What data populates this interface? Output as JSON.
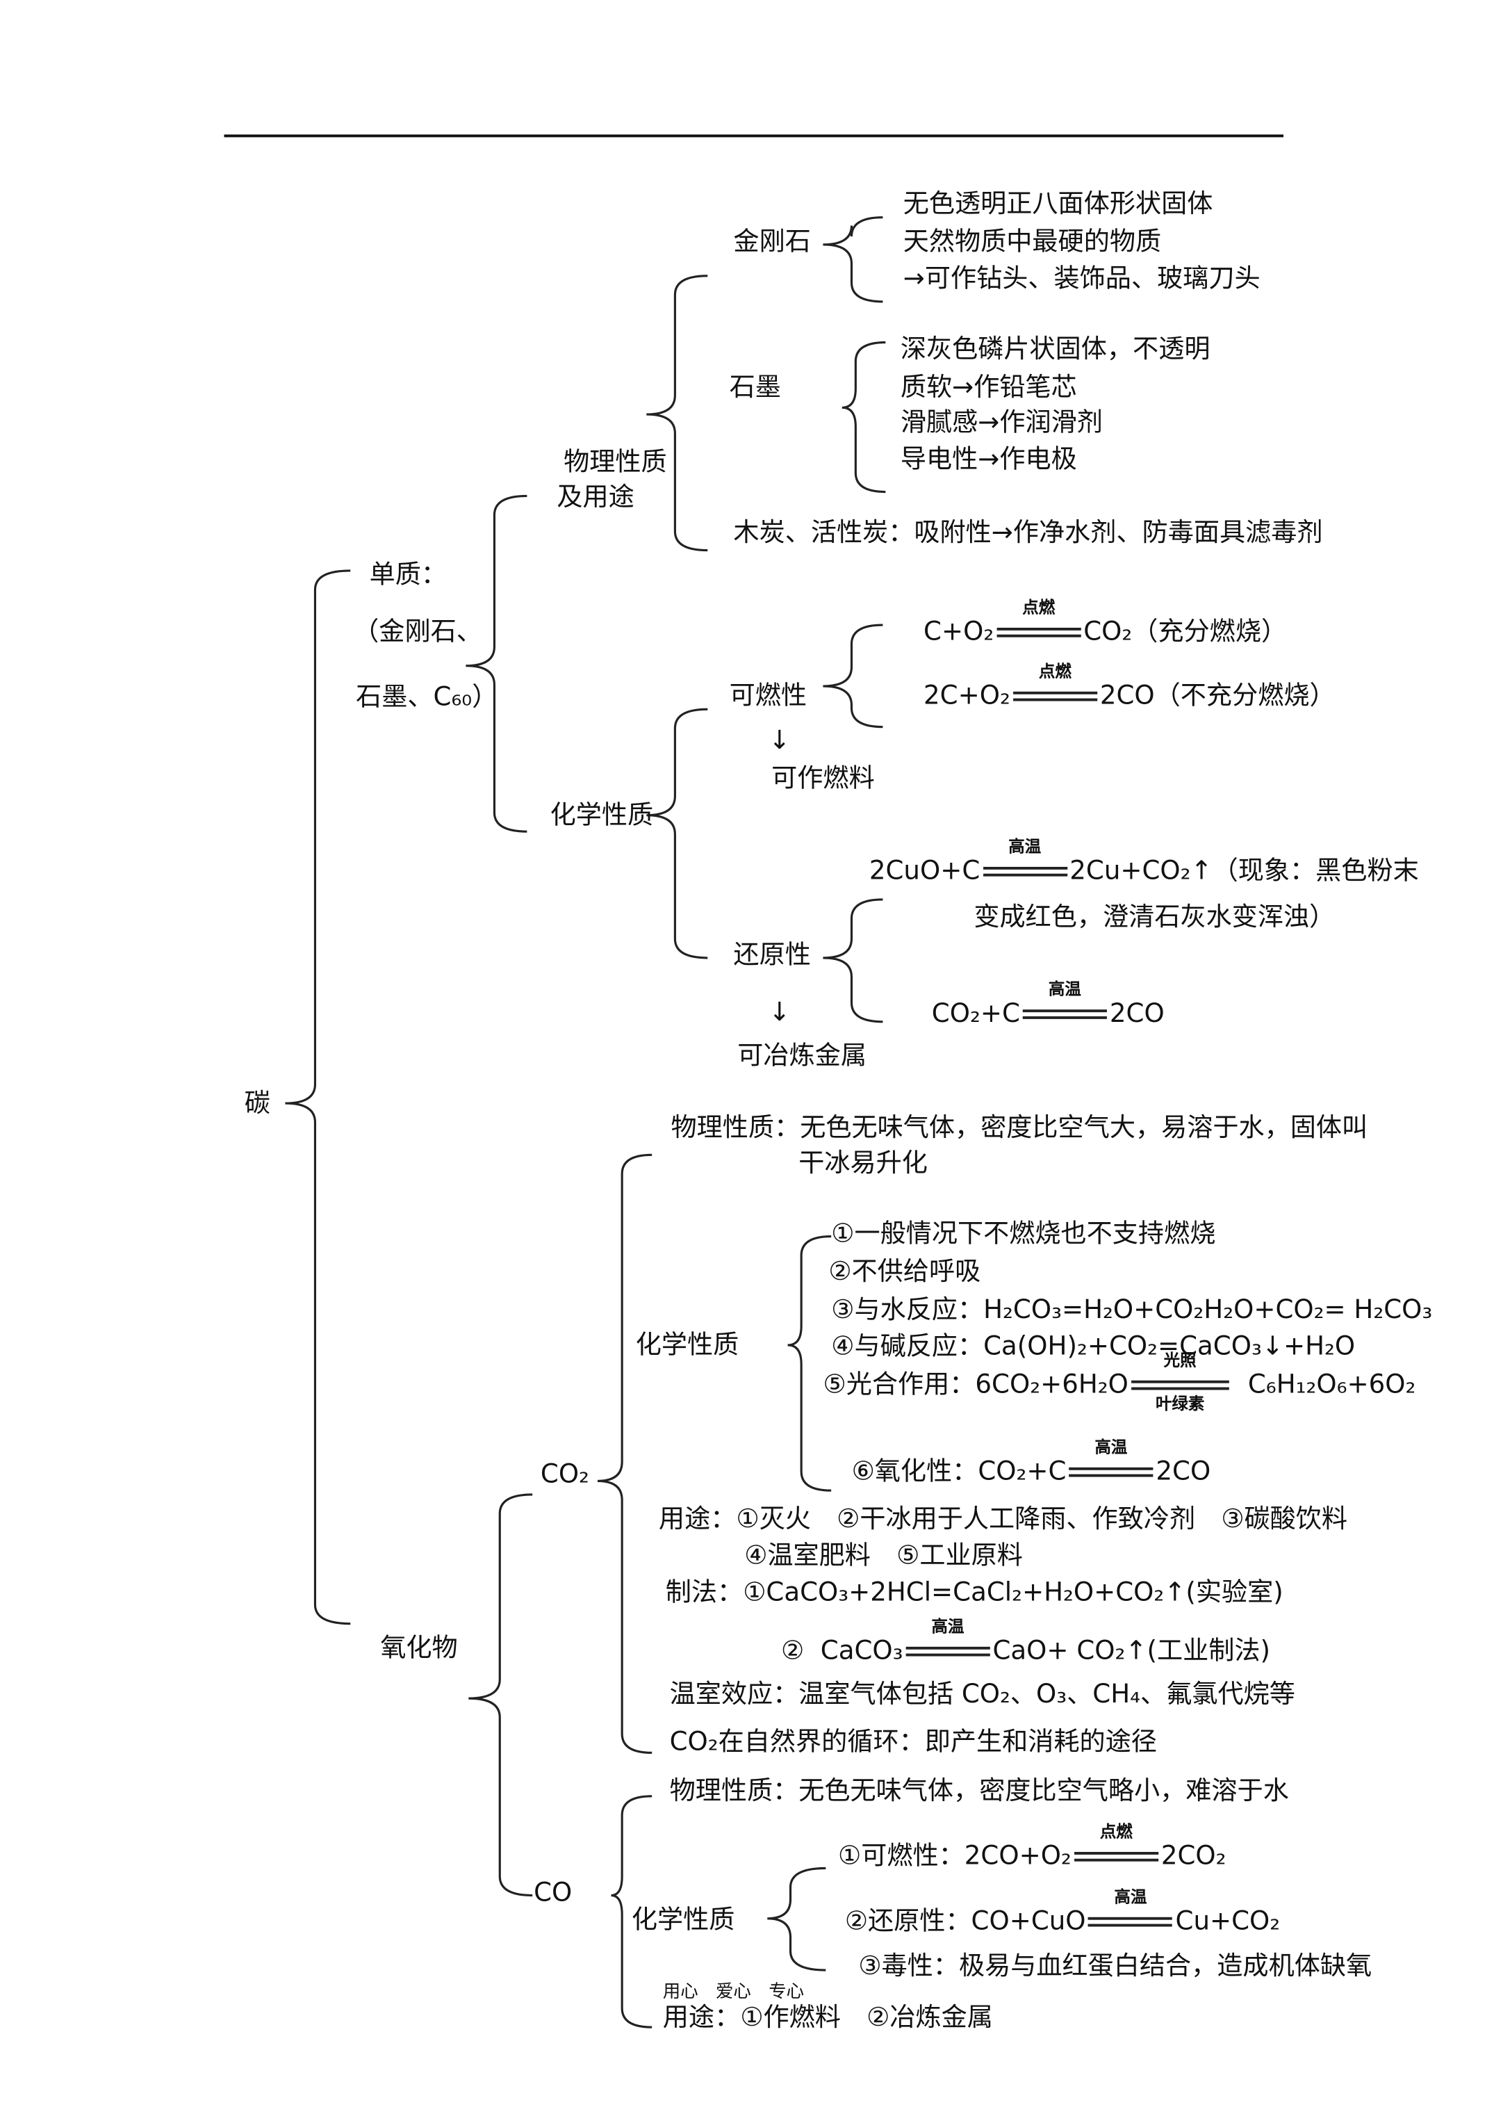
{
  "root": "碳",
  "elemental": {
    "label": "单质：",
    "examples_1": "（金刚石、",
    "examples_2": "石墨、C₆₀）",
    "physical": {
      "label_1": "物理性质",
      "label_2": "及用途",
      "diamond": {
        "name": "金刚石",
        "lines": [
          "无色透明正八面体形状固体",
          "天然物质中最硬的物质",
          "→可作钻头、装饰品、玻璃刀头"
        ]
      },
      "graphite": {
        "name": "石墨",
        "lines": [
          "深灰色磷片状固体，不透明",
          "质软→作铅笔芯",
          "滑腻感→作润滑剂",
          "导电性→作电极"
        ]
      },
      "charcoal": "木炭、活性炭：吸附性→作净水剂、防毒面具滤毒剂"
    },
    "chemical": {
      "label": "化学性质",
      "combustibility": {
        "name": "可燃性",
        "eq1": {
          "lhs": "C+O₂",
          "cond": "点燃",
          "rhs": "CO₂（充分燃烧）"
        },
        "eq2": {
          "lhs": "2C+O₂",
          "cond": "点燃",
          "rhs": "2CO（不充分燃烧）"
        },
        "arrow": "↓",
        "use": "可作燃料"
      },
      "reducibility": {
        "name": "还原性",
        "eq1": {
          "lhs": "2CuO+C",
          "cond": "高温",
          "rhs": "2Cu+CO₂↑（现象：黑色粉末"
        },
        "eq1_cont": "变成红色，澄清石灰水变浑浊）",
        "eq2": {
          "lhs": "CO₂+C",
          "cond": "高温",
          "rhs": "2CO"
        },
        "arrow": "↓",
        "use": "可冶炼金属"
      }
    }
  },
  "oxides": {
    "label": "氧化物",
    "co2": {
      "label": "CO₂",
      "physical_1": "物理性质：无色无味气体，密度比空气大，易溶于水，固体叫",
      "physical_2": "干冰易升化",
      "chemical_label": "化学性质",
      "chem": [
        "①一般情况下不燃烧也不支持燃烧",
        "②不供给呼吸",
        "③与水反应：H₂CO₃=H₂O+CO₂H₂O+CO₂= H₂CO₃",
        "④与碱反应：Ca(OH)₂+CO₂=CaCO₃↓+H₂O"
      ],
      "photo": {
        "prefix": "⑤光合作用：",
        "lhs": "6CO₂+6H₂O",
        "cond_top": "光照",
        "cond_bottom": "叶绿素",
        "rhs": "C₆H₁₂O₆+6O₂"
      },
      "oxidizing": {
        "prefix": "⑥氧化性：",
        "lhs": "CO₂+C",
        "cond": "高温",
        "rhs": "2CO"
      },
      "uses_1": "用途：①灭火　②干冰用于人工降雨、作致冷剂　③碳酸饮料",
      "uses_2": "④温室肥料　⑤工业原料",
      "prep_1": "制法：①CaCO₃+2HCl=CaCl₂+H₂O+CO₂↑(实验室)",
      "prep_2": {
        "prefix": "②  ",
        "lhs": "CaCO₃",
        "cond": "高温",
        "rhs": "CaO+ CO₂↑(工业制法)"
      },
      "greenhouse": "温室效应：温室气体包括 CO₂、O₃、CH₄、氟氯代烷等",
      "cycle": "CO₂在自然界的循环：即产生和消耗的途径"
    },
    "co": {
      "label": "CO",
      "physical": "物理性质：无色无味气体，密度比空气略小，难溶于水",
      "chemical_label": "化学性质",
      "combust": {
        "prefix": "①可燃性：",
        "lhs": "2CO+O₂",
        "cond": "点燃",
        "rhs": "2CO₂"
      },
      "reduce": {
        "prefix": "②还原性：",
        "lhs": "CO+CuO",
        "cond": "高温",
        "rhs": "Cu+CO₂"
      },
      "toxic": "③毒性：极易与血红蛋白结合，造成机体缺氧",
      "uses": "用途：①作燃料　②冶炼金属"
    }
  },
  "footer": "用心　爱心　专心"
}
